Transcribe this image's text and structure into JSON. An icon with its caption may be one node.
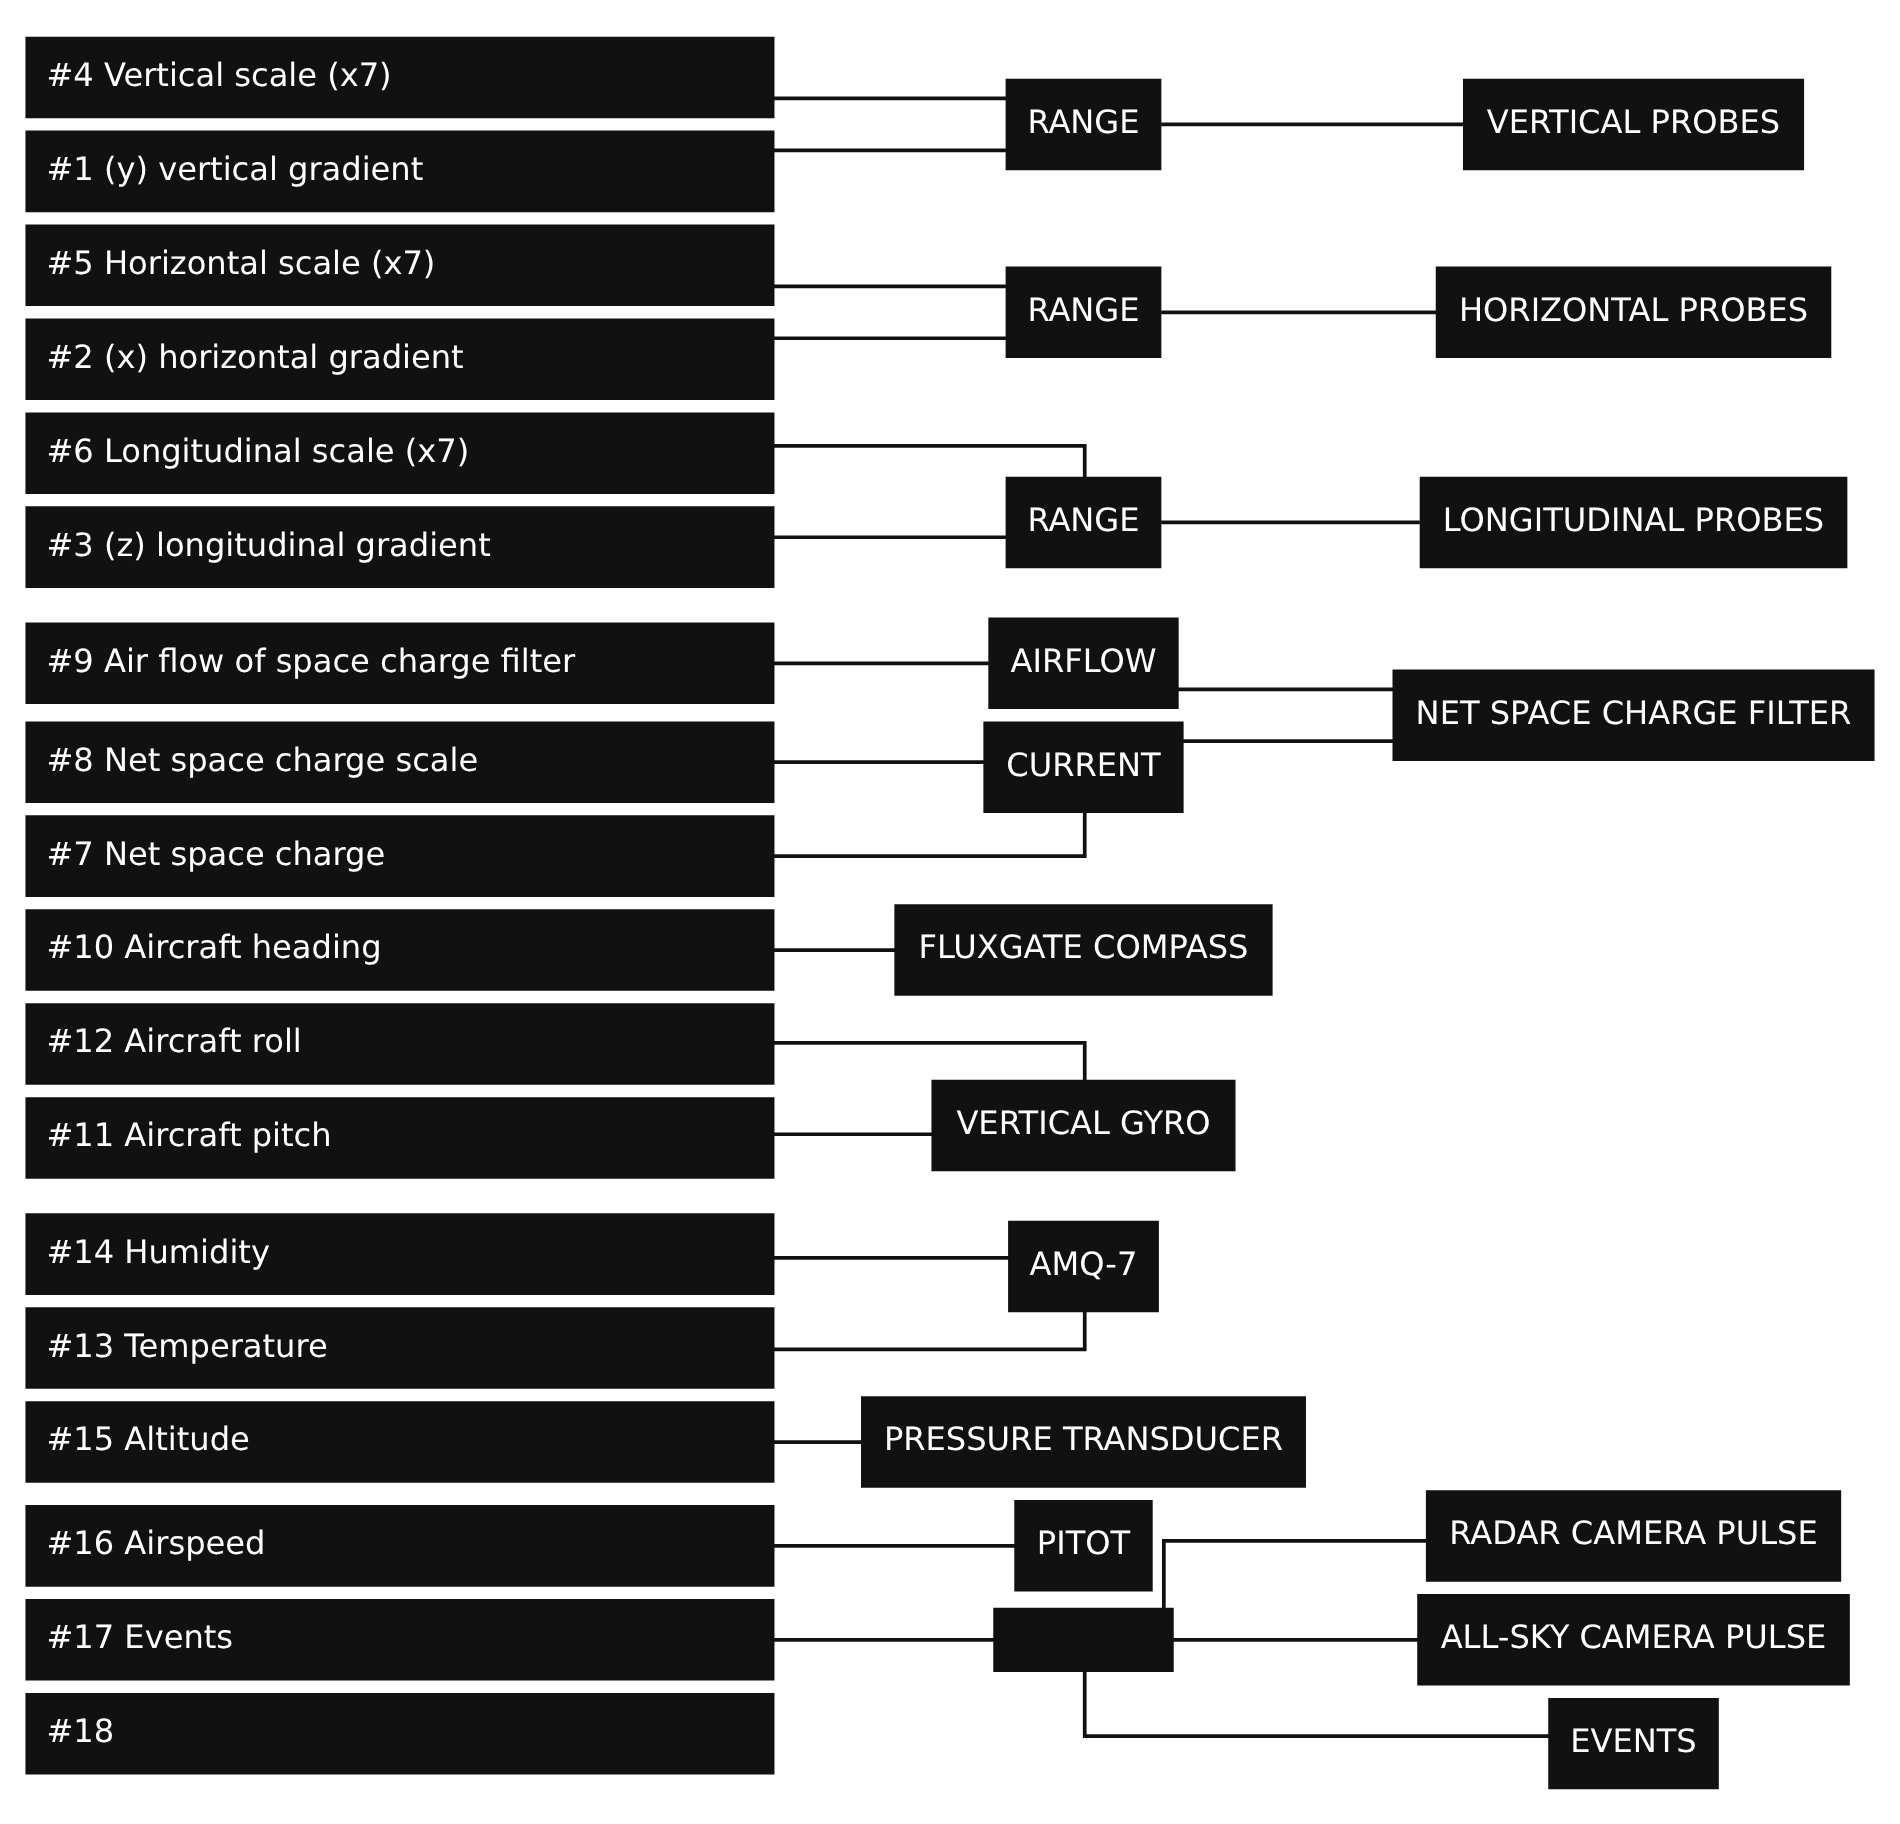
{
  "diagram": {
    "nodes": [
      {
        "text": [
          "#1 (y) vertical gradient"
        ]
      },
      {
        "text": [
          "#2 (x) horizontal gradient"
        ]
      },
      {
        "text": [
          "#3 (z) longitudinal gradient"
        ]
      },
      {
        "text": [
          "#4 Vertical scale (x7)"
        ]
      },
      {
        "text": [
          "#5 Horizontal scale (x7)"
        ]
      },
      {
        "text": [
          "#6 Longitudinal scale (x7)"
        ]
      },
      {
        "text": [
          "#7 Net space charge"
        ]
      },
      {
        "text": [
          "#8 Net space charge scale"
        ]
      },
      {
        "text": [
          "#9 Air flow of space charge filter"
        ]
      },
      {
        "text": [
          "#10 Aircraft heading"
        ]
      },
      {
        "text": [
          "#11 Aircraft pitch"
        ]
      },
      {
        "text": [
          "#12 Aircraft roll"
        ]
      },
      {
        "text": [
          "#13 Temperature"
        ]
      },
      {
        "text": [
          "#14 Humidity"
        ]
      },
      {
        "text": [
          "#15 Altitude"
        ]
      },
      {
        "text": [
          "#16 Airspeed"
        ]
      },
      {
        "text": [
          "#17 Events"
        ]
      },
      {
        "text": [
          "#18"
        ]
      },
      {
        "text": [
          "RANGE"
        ]
      },
      {
        "text": [
          "VERTICAL PROBES"
        ]
      },
      {
        "text": [
          "RANGE"
        ]
      },
      {
        "text": [
          "HORIZONTAL PROBES"
        ]
      },
      {
        "text": [
          "RANGE"
        ]
      },
      {
        "text": [
          "LONGITUDINAL PROBES"
        ]
      },
      {
        "text": [
          "NET SPACE CHARGE FILTER"
        ]
      },
      {
        "text": [
          "CURRENT"
        ]
      },
      {
        "text": [
          "AIRFLOW"
        ]
      },
      {
        "text": [
          "FLUXGATE COMPASS"
        ]
      },
      {
        "text": [
          "VERTICAL GYRO"
        ]
      },
      {
        "text": [
          "AMQ-7"
        ]
      },
      {
        "text": [
          "PRESSURE TRANSDUCER"
        ]
      },
      {
        "text": [
          "PITOT"
        ]
      },
      {
        "text": [],
        "shape": "box"
      },
      {
        "text": [
          "RADAR CAMERA PULSE"
        ]
      },
      {
        "text": [
          "ALL-SKY CAMERA PULSE"
        ]
      },
      {
        "text": [
          "EVENTS"
        ]
      }
    ],
    "edges": [
      {
        "from": 0,
        "to": 18,
        "arrow": "none"
      },
      {
        "from": 3,
        "to": 18,
        "arrow": "none"
      },
      {
        "from": 1,
        "to": 20,
        "arrow": "none"
      },
      {
        "from": 4,
        "to": 20,
        "arrow": "none"
      },
      {
        "from": 2,
        "to": 22,
        "arrow": "none"
      },
      {
        "from": 5,
        "to": 22,
        "arrow": "none"
      },
      {
        "from": 18,
        "to": 19,
        "arrow": "none"
      },
      {
        "from": 20,
        "to": 21,
        "arrow": "none"
      },
      {
        "from": 22,
        "to": 23,
        "arrow": "none"
      },
      {
        "from": 6,
        "to": 25,
        "arrow": "none"
      },
      {
        "from": 7,
        "to": 25,
        "arrow": "none"
      },
      {
        "from": 25,
        "to": 24,
        "arrow": "none"
      },
      {
        "from": 8,
        "to": 26,
        "arrow": "none"
      },
      {
        "from": 26,
        "to": 24,
        "arrow": "none"
      },
      {
        "from": 9,
        "to": 27,
        "arrow": "none"
      },
      {
        "from": 10,
        "to": 28,
        "arrow": "none"
      },
      {
        "from": 11,
        "to": 28,
        "arrow": "none"
      },
      {
        "from": 12,
        "to": 29,
        "arrow": "none"
      },
      {
        "from": 13,
        "to": 29,
        "arrow": "none"
      },
      {
        "from": 14,
        "to": 30,
        "arrow": "none"
      },
      {
        "from": 15,
        "to": 31,
        "arrow": "none"
      },
      {
        "from": 16,
        "to": 32,
        "arrow": "none"
      },
      {
        "from": 32,
        "to": 33,
        "arrow": "none"
      },
      {
        "from": 32,
        "to": 34,
        "arrow": "none"
      },
      {
        "from": 32,
        "to": 35,
        "arrow": "none"
      }
    ]
  }
}
